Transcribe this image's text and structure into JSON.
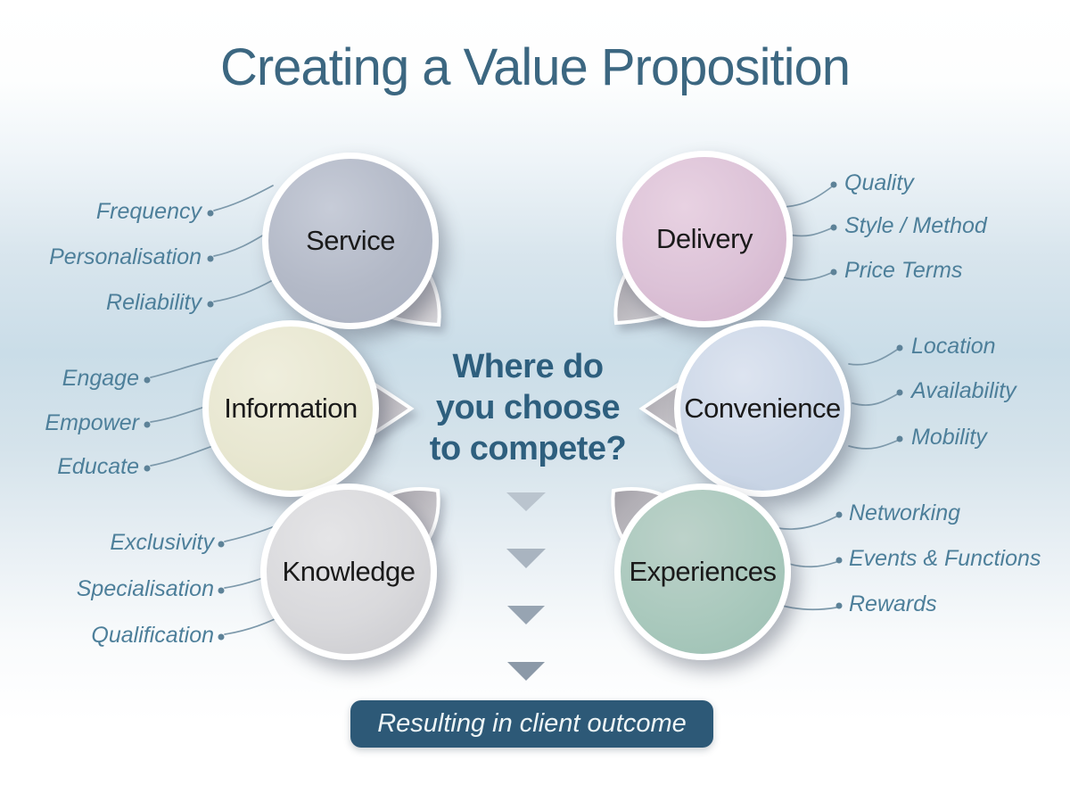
{
  "title": "Creating a Value Proposition",
  "question": {
    "lines": [
      "Where do",
      "you choose",
      "to compete?"
    ]
  },
  "bubbles": {
    "service": {
      "label": "Service",
      "items": [
        "Frequency",
        "Personalisation",
        "Reliability"
      ]
    },
    "delivery": {
      "label": "Delivery",
      "items": [
        "Quality",
        "Style / Method",
        "Price Terms"
      ]
    },
    "information": {
      "label": "Information",
      "items": [
        "Engage",
        "Empower",
        "Educate"
      ]
    },
    "convenience": {
      "label": "Convenience",
      "items": [
        "Location",
        "Availability",
        "Mobility"
      ]
    },
    "knowledge": {
      "label": "Knowledge",
      "items": [
        "Exclusivity",
        "Specialisation",
        "Qualification"
      ]
    },
    "experiences": {
      "label": "Experiences",
      "items": [
        "Networking",
        "Events & Functions",
        "Rewards"
      ]
    }
  },
  "outcome": {
    "label": "Resulting in client outcome"
  },
  "colors": {
    "title": "#3c6781",
    "item_label": "#4d7f9a",
    "question": "#2e5f7e",
    "banner_bg": "#2d5977",
    "banner_text": "#eef5f6",
    "background_mid": "#cadde8",
    "connector": "#7d99ab",
    "dot": "#5d8298",
    "bubble_fills": {
      "service": "#b3b9c7",
      "delivery": "#dcc2d7",
      "information": "#e8e7d1",
      "convenience": "#ccd7e7",
      "knowledge": "#d9d9dc",
      "experiences": "#aac9bd"
    },
    "arrow_colors": [
      "#bac4ce",
      "#a9b4c0",
      "#97a4b2",
      "#8b99a8"
    ]
  }
}
